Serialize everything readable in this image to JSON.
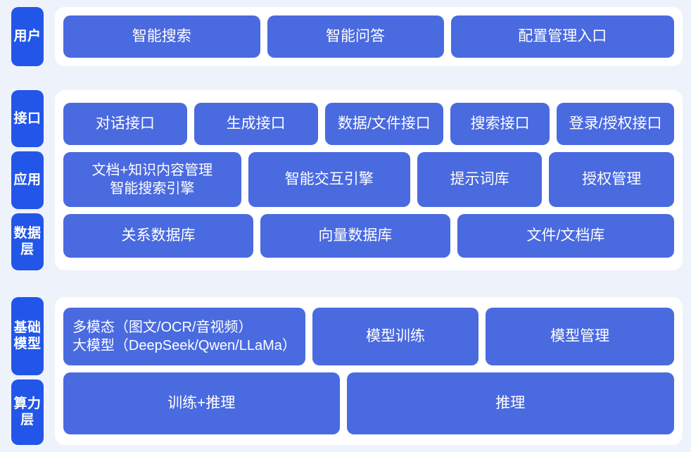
{
  "colors": {
    "page_background": "#eef2fa",
    "panel_background": "#ffffff",
    "tab_blue": "#2256e8",
    "box_blue": "#4a6ae0",
    "text_white": "#ffffff"
  },
  "sections": [
    {
      "id": "user",
      "tabs": [
        {
          "id": "user",
          "label": "用户"
        }
      ],
      "rows": [
        {
          "id": "user-row",
          "boxes": [
            {
              "id": "smart-search",
              "label": "智能搜索"
            },
            {
              "id": "smart-qa",
              "label": "智能问答"
            },
            {
              "id": "config-management-entry",
              "label": "配置管理入口"
            }
          ]
        }
      ]
    },
    {
      "id": "platform",
      "tabs": [
        {
          "id": "interface",
          "label": "接口"
        },
        {
          "id": "application",
          "label": "应用"
        },
        {
          "id": "data-layer",
          "label": "数据层"
        }
      ],
      "rows": [
        {
          "id": "api-row",
          "boxes": [
            {
              "id": "dialog-api",
              "label": "对话接口"
            },
            {
              "id": "generate-api",
              "label": "生成接口"
            },
            {
              "id": "data-file-api",
              "label": "数据/文件接口"
            },
            {
              "id": "search-api",
              "label": "搜索接口"
            },
            {
              "id": "login-auth-api",
              "label": "登录/授权接口"
            }
          ]
        },
        {
          "id": "app-row",
          "boxes": [
            {
              "id": "doc-knowledge-management",
              "label": "文档+知识内容管理\n智能搜索引擎"
            },
            {
              "id": "smart-interaction-engine",
              "label": "智能交互引擎"
            },
            {
              "id": "prompt-library",
              "label": "提示词库"
            },
            {
              "id": "authorization-management",
              "label": "授权管理"
            }
          ]
        },
        {
          "id": "data-row",
          "boxes": [
            {
              "id": "relational-database",
              "label": "关系数据库"
            },
            {
              "id": "vector-database",
              "label": "向量数据库"
            },
            {
              "id": "file-document-store",
              "label": "文件/文档库"
            }
          ]
        }
      ]
    },
    {
      "id": "infrastructure",
      "tabs": [
        {
          "id": "foundation-model",
          "label": "基础模型"
        },
        {
          "id": "compute-layer",
          "label": "算力层"
        }
      ],
      "rows": [
        {
          "id": "model-row",
          "boxes": [
            {
              "id": "multimodal-llm",
              "label": "多模态（图文/OCR/音视频）\n大模型（DeepSeek/Qwen/LLaMa）"
            },
            {
              "id": "model-training",
              "label": "模型训练"
            },
            {
              "id": "model-management",
              "label": "模型管理"
            }
          ]
        },
        {
          "id": "compute-row",
          "boxes": [
            {
              "id": "training-inference",
              "label": "训练+推理"
            },
            {
              "id": "inference",
              "label": "推理"
            }
          ]
        }
      ]
    }
  ]
}
